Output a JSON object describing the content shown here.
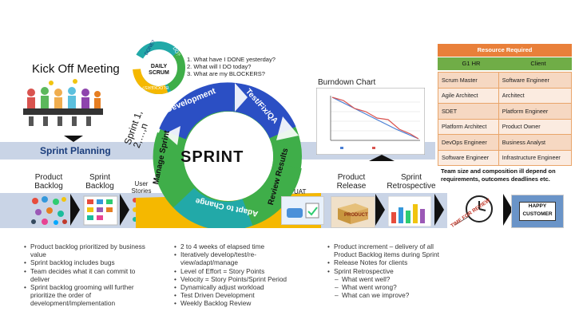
{
  "kickoff": {
    "title": "Kick Off Meeting"
  },
  "planning": {
    "title": "Sprint Planning",
    "product_backlog": "Product\nBacklog",
    "sprint_backlog": "Sprint\nBacklog",
    "user_stories": "User\nStories"
  },
  "scrum": {
    "daily_title": "DAILY\nSCRUM",
    "ring_done": "DONE?",
    "ring_do": "DO?",
    "ring_blockers": "BLOCKERS?",
    "questions": [
      "1. What have I DONE yesterday?",
      "2. What will I DO today?",
      "3. What are my BLOCKERS?"
    ]
  },
  "cycle": {
    "center": "SPRINT",
    "segments": [
      "Development",
      "Test/Fix/QA",
      "Review Results",
      "Adapt to Change",
      "Manage Sprint"
    ],
    "sprint_label": "Sprint 1,\n2,…,n"
  },
  "uat": "UAT",
  "release": {
    "product_release": "Product\nRelease",
    "retro": "Sprint\nRetrospective",
    "tile_product": "PRODUCT",
    "tile_time": "TIME FOR REVIEW",
    "tile_happy": "HAPPY\nCUSTOMER"
  },
  "burndown": {
    "title": "Burndown Chart"
  },
  "resources": {
    "header": "Resource Required",
    "col1": "G1 HR",
    "col2": "Client",
    "rows": [
      [
        "Scrum Master",
        "Software Engineer"
      ],
      [
        "Agile Architect",
        "Architect"
      ],
      [
        "SDET",
        "Platform Engineer"
      ],
      [
        "Platform Architect",
        "Product Owner"
      ],
      [
        "DevOps Engineer",
        "Business Analyst"
      ],
      [
        "Software Engineer",
        "Infrastructure Engineer"
      ]
    ],
    "note": "Team size and composition ill depend on requirements, outcomes deadlines etc."
  },
  "bullets_left": [
    "Product backlog prioritized by business value",
    "Sprint backlog includes bugs",
    "Team decides what it can commit to deliver",
    "Sprint backlog grooming will further prioritize the order of development/implementation"
  ],
  "bullets_mid": [
    "2 to 4 weeks of elapsed time",
    "Iteratively develop/test/re-view/adapt/manage",
    "Level of Effort = Story Points",
    "Velocity = Story Points/Sprint Period",
    "Dynamically adjust workload",
    "Test Driven Development",
    "Weekly Backlog Review"
  ],
  "bullets_right": [
    "Product increment – delivery of all Product Backlog items during Sprint",
    "Release Notes for clients",
    "Sprint Retrospective"
  ],
  "bullets_right_sub": [
    "What went well?",
    "What went wrong?",
    "What can we improve?"
  ],
  "colors": {
    "blue": "#2b4fc4",
    "green": "#3fae49",
    "yellow": "#f5b800",
    "teal": "#22a9a8",
    "orange": "#e9803a"
  }
}
